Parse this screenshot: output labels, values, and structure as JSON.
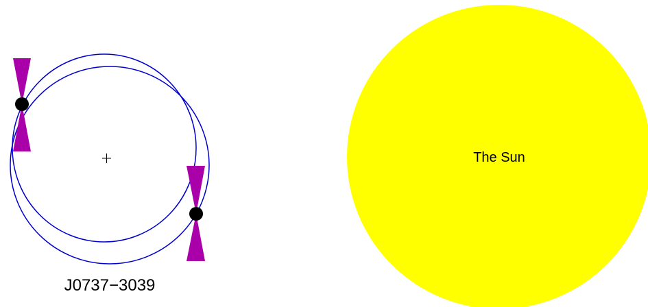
{
  "colors": {
    "orbit": "#0000cc",
    "beam": "#aa00aa",
    "pulsar": "#000000",
    "sun": "#ffff00",
    "background": "#ffffff"
  },
  "system_label": "J0737−3039",
  "sun_label": "The Sun",
  "icons": {
    "center": "plus-icon",
    "pulsar": "filled-circle",
    "beam": "bowtie-triangles"
  }
}
